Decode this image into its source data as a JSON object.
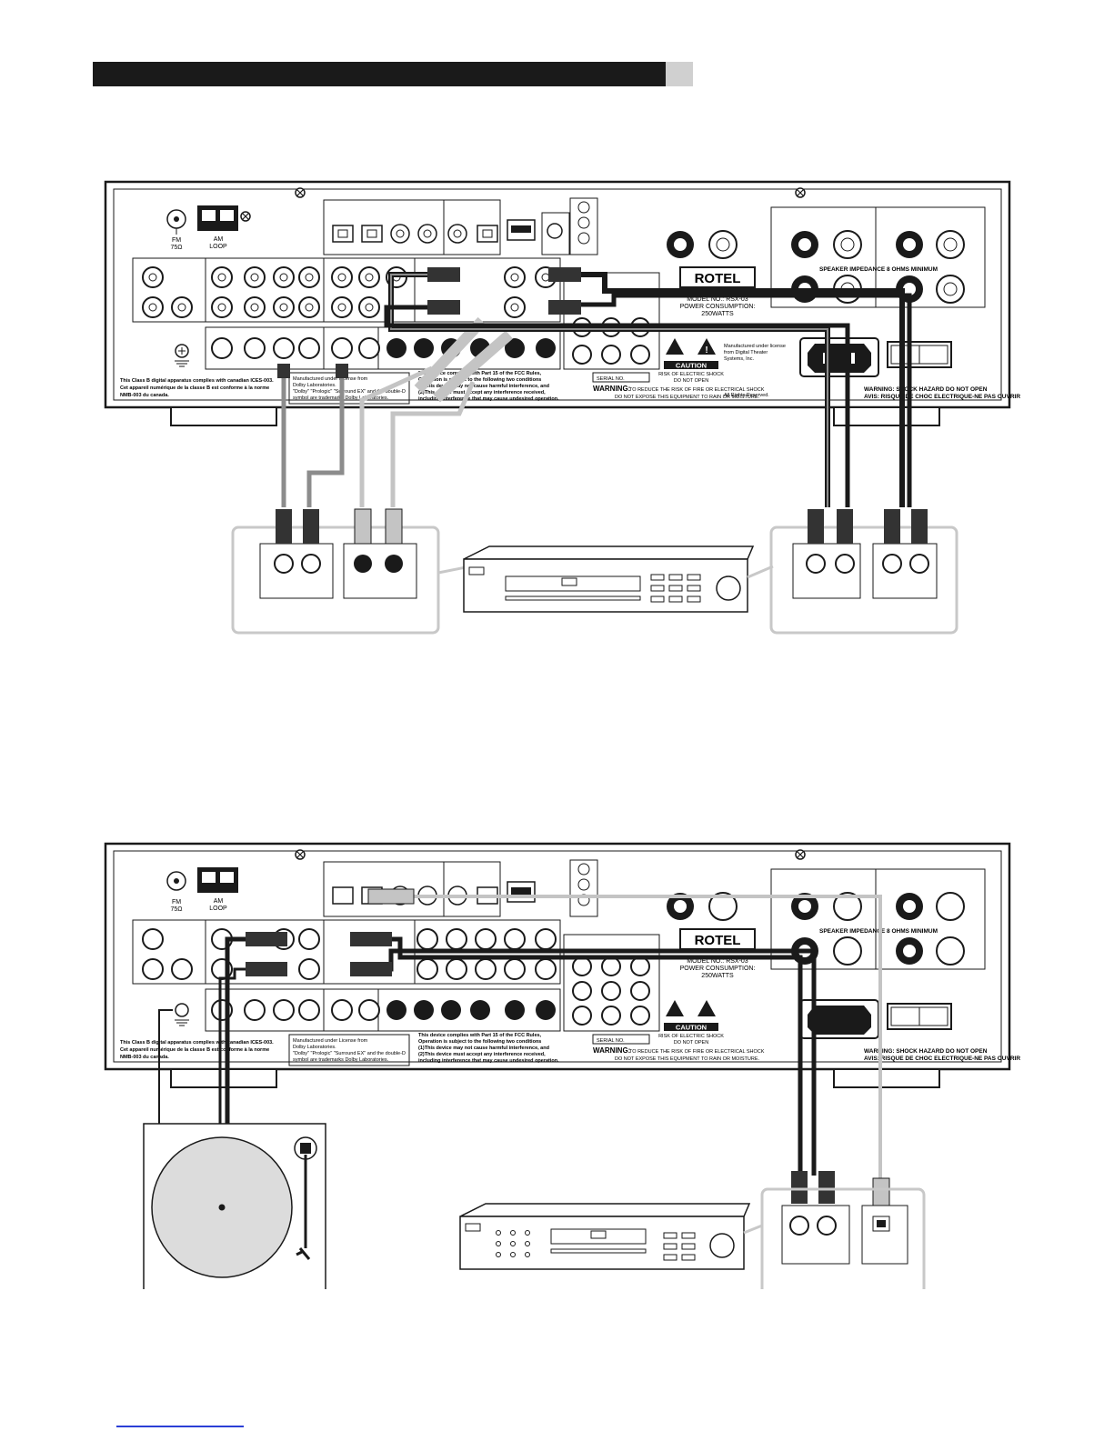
{
  "colors": {
    "ink": "#1a1a1a",
    "cable_dark": "#333333",
    "cable_mid": "#8c8c8c",
    "cable_light": "#c4c4c4",
    "box_outline": "#c8c8c8",
    "link_blue": "#2b3fd6"
  },
  "receiver": {
    "fm_label": "FM",
    "fm_ohm": "75Ω",
    "am_label": "AM",
    "am_loop": "LOOP",
    "brand": "ROTEL",
    "speaker_impedance": "SPEAKER IMPEDANCE 8 OHMS MINIMUM",
    "model_line": "MODEL NO.: RSX-03",
    "power_line1": "POWER CONSUMPTION:",
    "power_line2": "250WATTS",
    "caution": "CAUTION",
    "risk_line1": "RISK OF ELECTRIC SHOCK",
    "risk_line2": "DO NOT OPEN",
    "serial": "SERIAL NO.",
    "warning_word": "WARNING:",
    "warning_line1": "TO REDUCE THE RISK OF FIRE OR ELECTRICAL SHOCK",
    "warning_line2": "DO NOT EXPOSE THIS EQUIPMENT TO RAIN OR MOISTURE.",
    "shock_warning": "WARNING: SHOCK HAZARD DO NOT OPEN",
    "shock_avis": "AVIS: RISQUE DE CHOC ELECTRIQUE-NE PAS OUVRIR",
    "ices_line1": "This Class B digital apparatus complies with canadian ICES-003.",
    "ices_line2": "Cet appareil numérique de la classe B est conforme à la norme",
    "ices_line3": "NMB-003 du canada.",
    "dolby_line1": "Manufactured under License from",
    "dolby_line2": "Dolby Laboratories.",
    "dolby_line3": "\"Dolby\" \"Prologic\" \"Surround EX\" and the double-D",
    "dolby_line4": "symbol are trademarks Dolby Laboratories.",
    "fcc_line1": "This device complies with Part 15 of the FCC Rules,",
    "fcc_line2": "Operation is subject to the following two conditions",
    "fcc_line3": "(1)This device may not cause harmful interference, and",
    "fcc_line4": "(2)This device must accept any interference received,",
    "fcc_line5": "including interference that may cause undesired operation.",
    "dts_line1": "Manufactured under license",
    "dts_line2": "from Digital Theater",
    "dts_line3": "Systems, Inc.",
    "dts_line4": "All Rights Reserved."
  }
}
